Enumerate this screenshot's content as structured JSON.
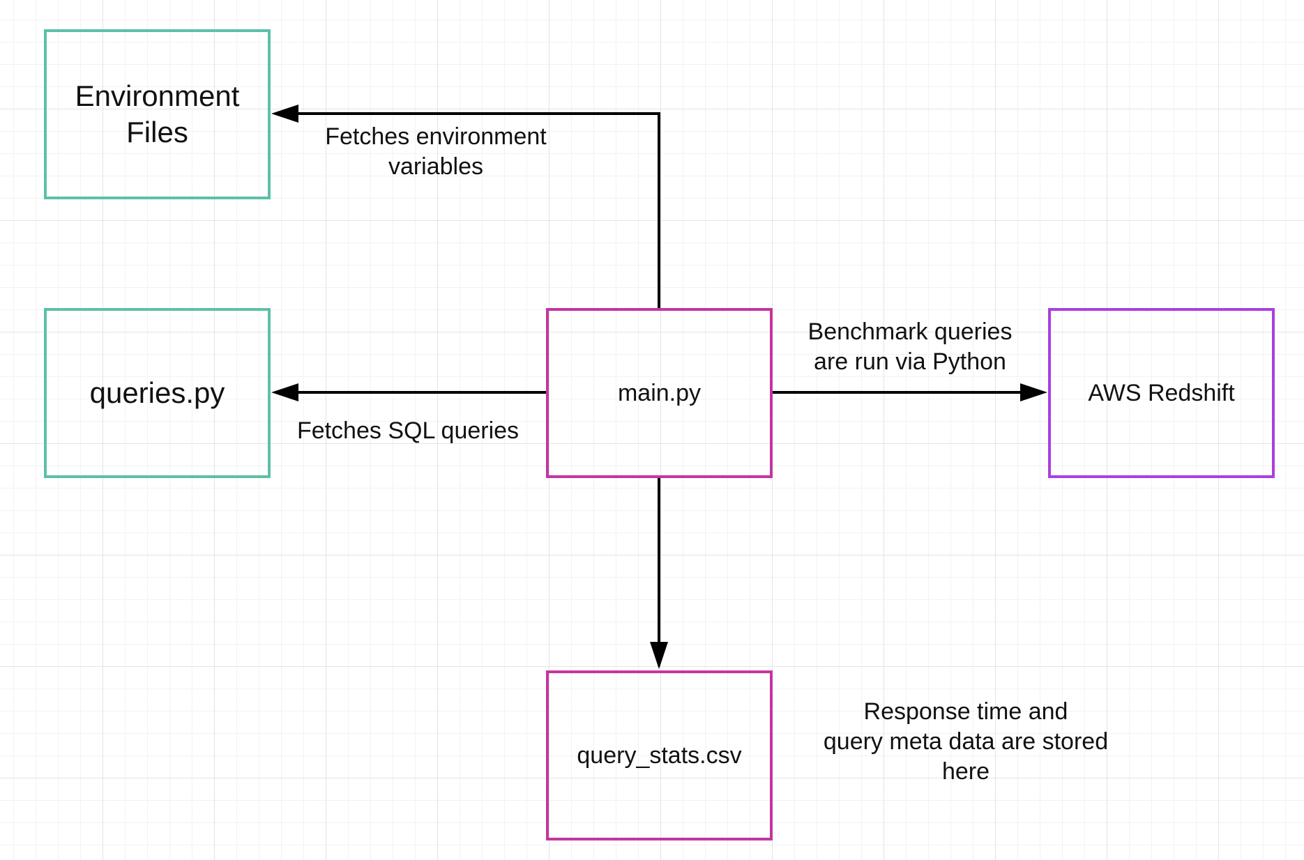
{
  "nodes": {
    "env": {
      "line1": "Environment",
      "line2": "Files"
    },
    "queries": {
      "label": "queries.py"
    },
    "main": {
      "label": "main.py"
    },
    "redshift": {
      "label": "AWS Redshift"
    },
    "stats": {
      "label": "query_stats.csv"
    }
  },
  "edges": {
    "env": {
      "line1": "Fetches environment",
      "line2": "variables"
    },
    "sql": {
      "label": "Fetches SQL queries"
    },
    "bench": {
      "line1": "Benchmark queries",
      "line2": "are run via Python"
    },
    "stats": {
      "line1": "Response time and",
      "line2": "query meta data are stored",
      "line3": "here"
    }
  },
  "colors": {
    "support_file_border": "#5cc0a8",
    "script_border": "#c4359f",
    "cloud_service_border": "#aa3fe0",
    "connector": "#000000",
    "grid": "#e4e4e4"
  }
}
